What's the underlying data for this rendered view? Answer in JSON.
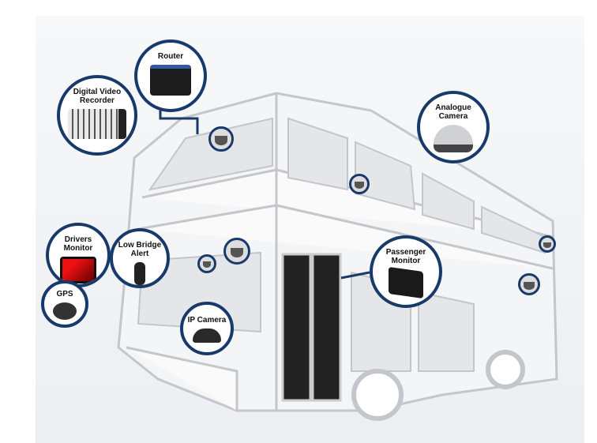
{
  "labels": {
    "router": "Router",
    "dvr": "Digital Video\nRecorder",
    "analogue_camera": "Analogue\nCamera",
    "drivers_monitor": "Drivers\nMonitor",
    "low_bridge_alert": "Low Bridge\nAlert",
    "gps": "GPS",
    "ip_camera": "IP Camera",
    "passenger_monitor": "Passenger\nMonitor"
  },
  "colors": {
    "accent": "#173a6a",
    "bus_outline": "#c8cbd0"
  }
}
